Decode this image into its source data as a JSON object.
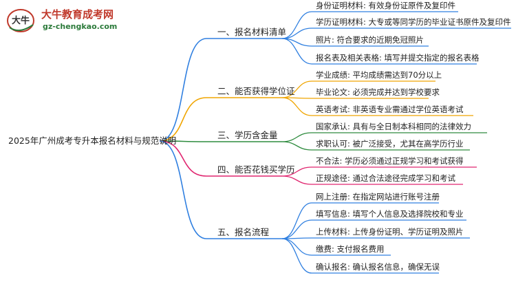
{
  "logo": {
    "name": "大牛教育成考网",
    "url": "gz-chengkao.com",
    "mark_text": "大牛"
  },
  "root": {
    "label": "2025年广州成考专升本报名材料与规范说明"
  },
  "branches": [
    {
      "label": "一、报名材料清单",
      "color": "#2f7fe0",
      "children": [
        "身份证明材料: 有效身份证原件及复印件",
        "学历证明材料: 大专或等同学历的毕业证书原件及复印件",
        "照片: 符合要求的近期免冠照片",
        "报名表及相关表格: 填写并提交指定的报名表格"
      ]
    },
    {
      "label": "二、能否获得学位证",
      "color": "#f0a500",
      "children": [
        "学业成绩: 平均成绩需达到70分以上",
        "毕业论文: 必须完成并达到学校要求",
        "英语考试: 非英语专业需通过学位英语考试"
      ]
    },
    {
      "label": "三、学历含金量",
      "color": "#2e8b3e",
      "children": [
        "国家承认: 具有与全日制本科相同的法律效力",
        "求职认可: 被广泛接受，尤其在高学历行业"
      ]
    },
    {
      "label": "四、能否花钱买学历",
      "color": "#e0256f",
      "children": [
        "不合法: 学历必须通过正规学习和考试获得",
        "正规途径: 通过合法途径完成学习和考试"
      ]
    },
    {
      "label": "五、报名流程",
      "color": "#2f7fe0",
      "children": [
        "网上注册: 在指定网站进行账号注册",
        "填写信息: 填写个人信息及选择院校和专业",
        "上传材料: 上传身份证明、学历证明及照片",
        "缴费: 支付报名费用",
        "确认报名: 确认报名信息，确保无误"
      ]
    }
  ]
}
